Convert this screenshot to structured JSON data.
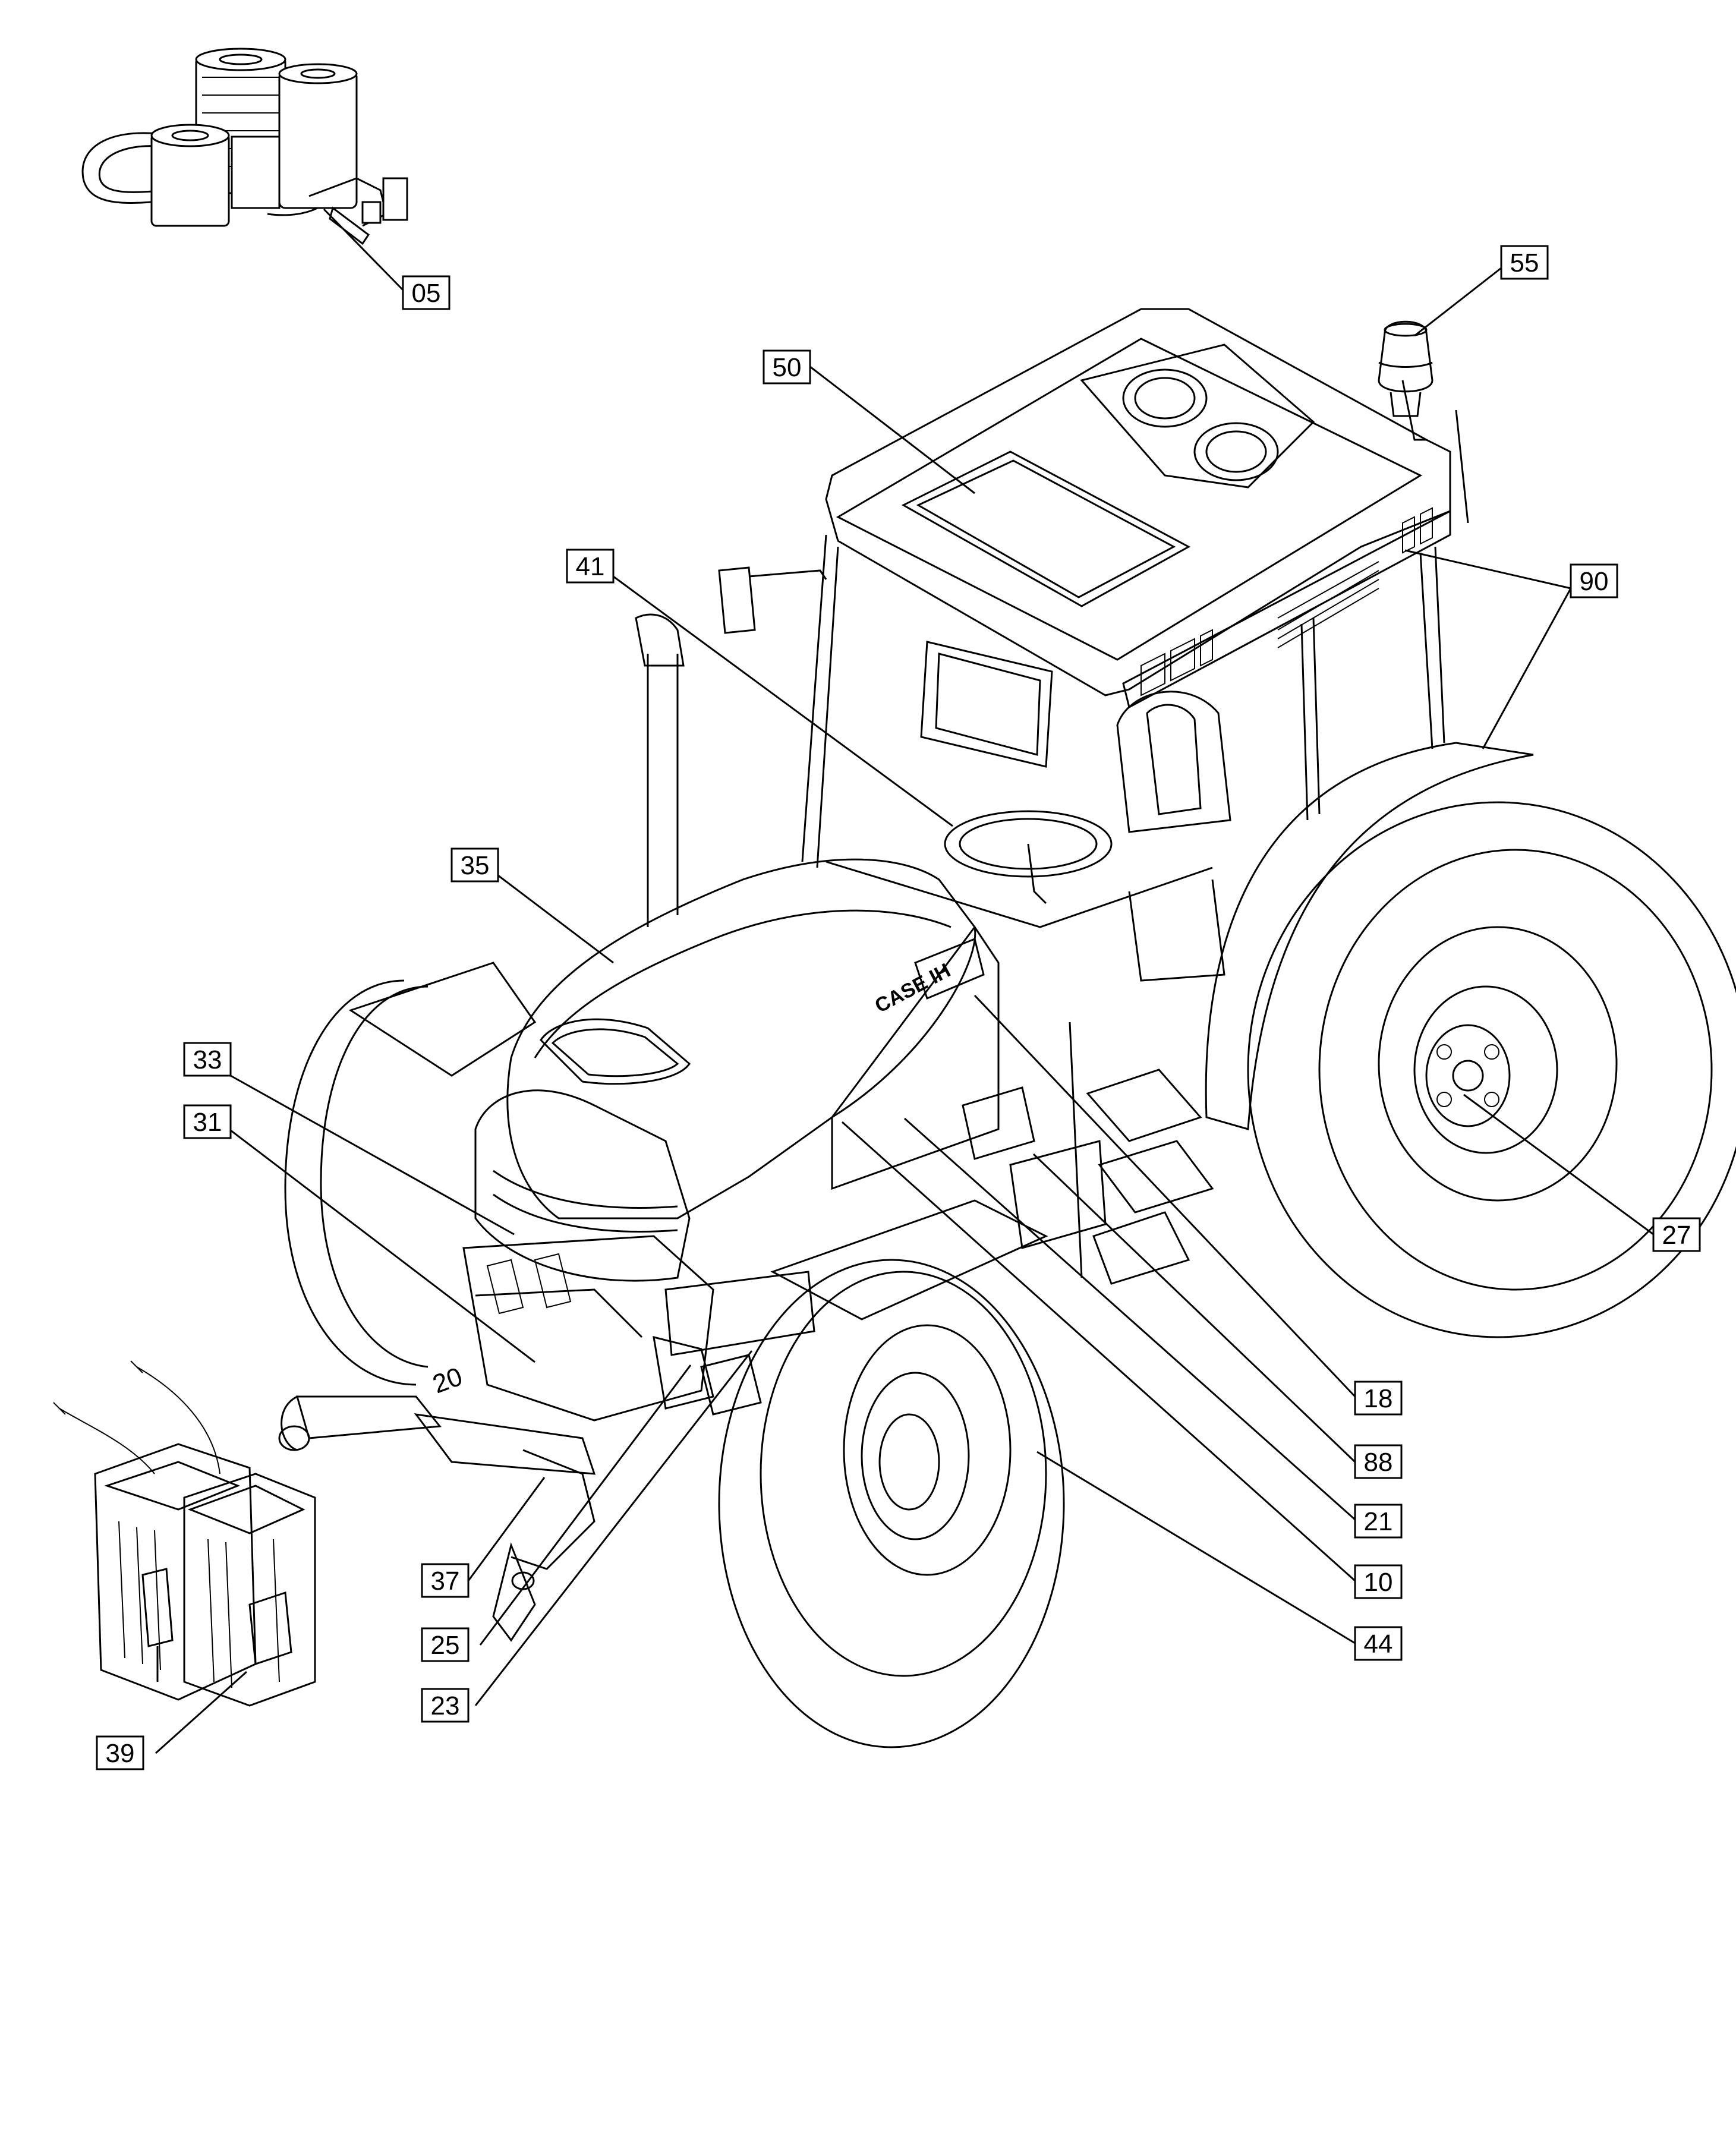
{
  "callouts": [
    {
      "id": "05"
    },
    {
      "id": "50"
    },
    {
      "id": "55"
    },
    {
      "id": "41"
    },
    {
      "id": "90"
    },
    {
      "id": "35"
    },
    {
      "id": "33"
    },
    {
      "id": "31"
    },
    {
      "id": "27"
    },
    {
      "id": "18"
    },
    {
      "id": "88"
    },
    {
      "id": "21"
    },
    {
      "id": "10"
    },
    {
      "id": "44"
    },
    {
      "id": "37"
    },
    {
      "id": "25"
    },
    {
      "id": "23"
    },
    {
      "id": "39"
    }
  ],
  "brand_text": "CASE IH",
  "hitch_marking": "20"
}
